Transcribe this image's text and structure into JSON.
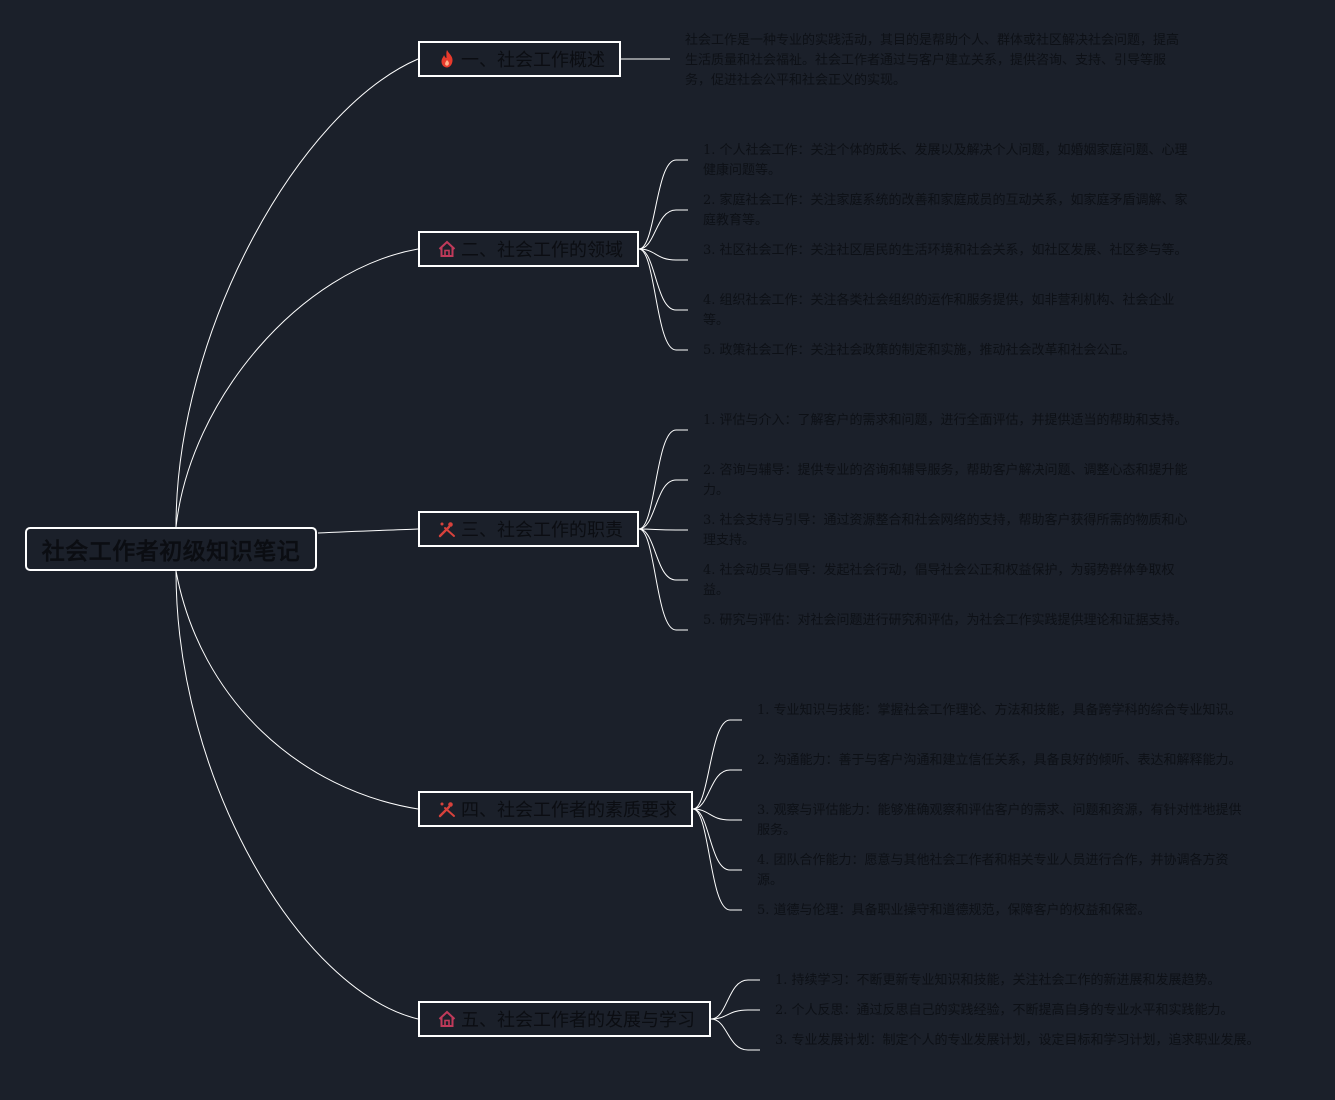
{
  "root": {
    "title": "社会工作者初级知识笔记"
  },
  "topics": [
    {
      "label": "一、社会工作概述",
      "icon": "fire-icon",
      "notes": [
        "社会工作是一种专业的实践活动，其目的是帮助个人、群体或社区解决社会问题，提高生活质量和社会福祉。社会工作者通过与客户建立关系，提供咨询、支持、引导等服务，促进社会公平和社会正义的实现。"
      ]
    },
    {
      "label": "二、社会工作的领域",
      "icon": "house-icon",
      "notes": [
        "1. 个人社会工作：关注个体的成长、发展以及解决个人问题，如婚姻家庭问题、心理健康问题等。",
        "2. 家庭社会工作：关注家庭系统的改善和家庭成员的互动关系，如家庭矛盾调解、家庭教育等。",
        "3. 社区社会工作：关注社区居民的生活环境和社会关系，如社区发展、社区参与等。",
        "4. 组织社会工作：关注各类社会组织的运作和服务提供，如非营利机构、社会企业等。",
        "5. 政策社会工作：关注社会政策的制定和实施，推动社会改革和社会公正。"
      ]
    },
    {
      "label": "三、社会工作的职责",
      "icon": "tools-icon",
      "notes": [
        "1. 评估与介入：了解客户的需求和问题，进行全面评估，并提供适当的帮助和支持。",
        "2. 咨询与辅导：提供专业的咨询和辅导服务，帮助客户解决问题、调整心态和提升能力。",
        "3. 社会支持与引导：通过资源整合和社会网络的支持，帮助客户获得所需的物质和心理支持。",
        "4. 社会动员与倡导：发起社会行动，倡导社会公正和权益保护，为弱势群体争取权益。",
        "5. 研究与评估：对社会问题进行研究和评估，为社会工作实践提供理论和证据支持。"
      ]
    },
    {
      "label": "四、社会工作者的素质要求",
      "icon": "tools-icon",
      "notes": [
        "1. 专业知识与技能：掌握社会工作理论、方法和技能，具备跨学科的综合专业知识。",
        "2. 沟通能力：善于与客户沟通和建立信任关系，具备良好的倾听、表达和解释能力。",
        "3. 观察与评估能力：能够准确观察和评估客户的需求、问题和资源，有针对性地提供服务。",
        "4. 团队合作能力：愿意与其他社会工作者和相关专业人员进行合作，并协调各方资源。",
        "5. 道德与伦理：具备职业操守和道德规范，保障客户的权益和保密。"
      ]
    },
    {
      "label": "五、社会工作者的发展与学习",
      "icon": "house-icon",
      "notes": [
        "1. 持续学习：不断更新专业知识和技能，关注社会工作的新进展和发展趋势。",
        "2. 个人反思：通过反思自己的实践经验，不断提高自身的专业水平和实践能力。",
        "3. 专业发展计划：制定个人的专业发展计划，设定目标和学习计划，追求职业发展。"
      ]
    }
  ],
  "colors": {
    "background": "#1b202a",
    "line": "#ffffff",
    "fire": "#e83a2c",
    "house": "#c03a5a",
    "tools": "#d8423c"
  }
}
